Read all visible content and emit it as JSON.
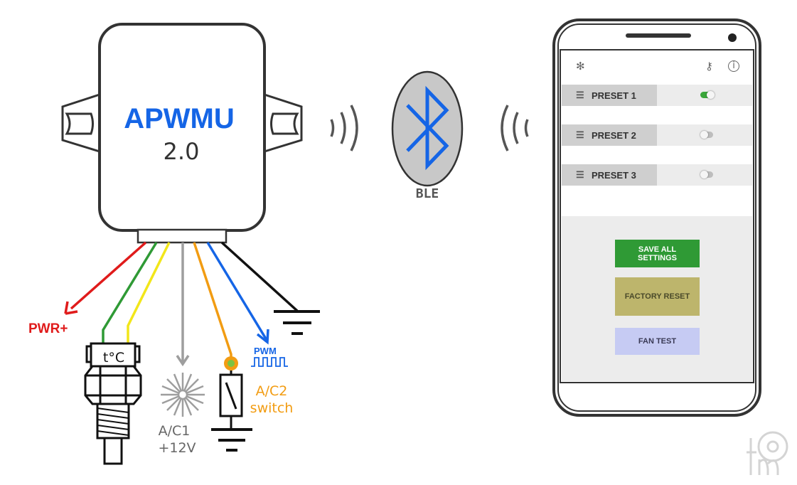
{
  "device": {
    "name": "APWMU",
    "version": "2.0"
  },
  "ble": {
    "label": "BLE"
  },
  "wires": {
    "power": "PWR+",
    "pwm": "PWM",
    "sensor": "t°C",
    "ac1": [
      "A/C1",
      "+12V"
    ],
    "ac2": [
      "A/C2",
      "switch"
    ]
  },
  "phone": {
    "topbar": {
      "left_icon": "fan-icon",
      "right_icons": [
        "key-icon",
        "info-icon"
      ]
    },
    "presets": [
      {
        "label": "PRESET 1",
        "enabled": true
      },
      {
        "label": "PRESET 2",
        "enabled": false
      },
      {
        "label": "PRESET 3",
        "enabled": false
      }
    ],
    "buttons": {
      "save_line1": "SAVE ALL",
      "save_line2": "SETTINGS",
      "reset": "FACTORY RESET",
      "fan_test": "FAN TEST"
    }
  },
  "colors": {
    "brand_blue": "#1565e6",
    "power_red": "#e01b1b",
    "ac2_orange": "#f29c12",
    "save_green": "#2f9a35",
    "reset_olive": "#bdb56c",
    "fan_lavender": "#c6cbf3"
  }
}
